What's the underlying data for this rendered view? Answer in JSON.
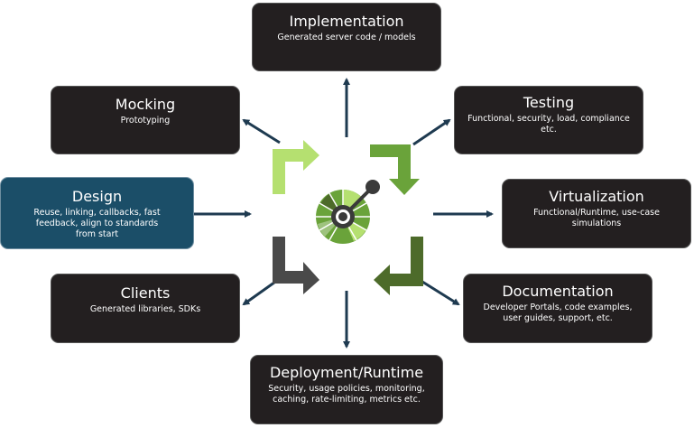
{
  "nodes": {
    "implementation": {
      "title": "Implementation",
      "desc": "Generated server code / models"
    },
    "mocking": {
      "title": "Mocking",
      "desc": "Prototyping"
    },
    "testing": {
      "title": "Testing",
      "desc": "Functional, security, load, compliance etc."
    },
    "design": {
      "title": "Design",
      "desc": "Reuse, linking, callbacks, fast feedback, align to standards from start"
    },
    "virtualization": {
      "title": "Virtualization",
      "desc": "Functional/Runtime, use-case simulations"
    },
    "clients": {
      "title": "Clients",
      "desc": "Generated libraries, SDKs"
    },
    "documentation": {
      "title": "Documentation",
      "desc": "Developer Portals, code examples, user guides, support, etc."
    },
    "deployment": {
      "title": "Deployment/Runtime",
      "desc": "Security, usage policies, monitoring, caching, rate-limiting, metrics etc."
    }
  },
  "colors": {
    "box_dark": "#231f20",
    "box_design": "#1b4e68",
    "arrow": "#1e3a50",
    "cycle_light_green": "#b5e070",
    "cycle_green": "#6aa33a",
    "cycle_dark_gray": "#4a4a4a",
    "cycle_olive": "#4d6b2a"
  },
  "icons": [
    "openapi-logo-icon",
    "cycle-arrow-icon"
  ]
}
